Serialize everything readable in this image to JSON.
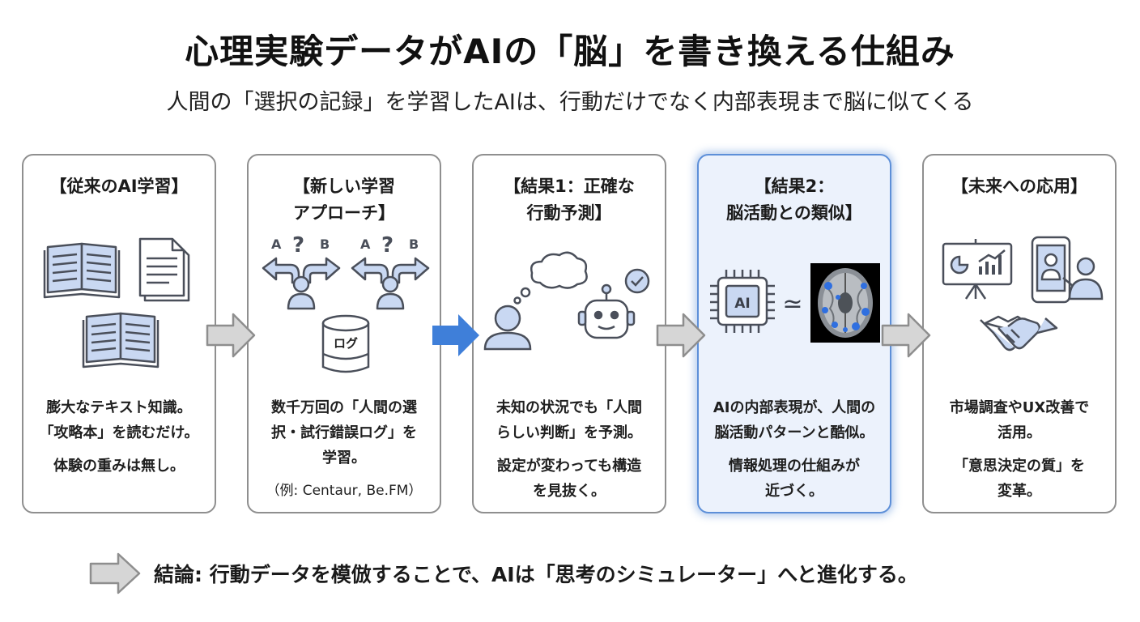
{
  "title": "心理実験データがAIの「脳」を書き換える仕組み",
  "subtitle": "人間の「選択の記録」を学習したAIは、行動だけでなく内部表現まで脳に似てくる",
  "cards": [
    {
      "title": "【従来のAI学習】",
      "icon": "books-documents-icon",
      "lines": [
        "膨大なテキスト知識。\n「攻略本」を読むだけ。",
        "体験の重みは無し。"
      ]
    },
    {
      "title": "【新しい学習\nアプローチ】",
      "icon": "choice-paths-database-icon",
      "labels": [
        "A",
        "?",
        "B",
        "A",
        "?",
        "B",
        "ログ"
      ],
      "lines": [
        "数千万回の「人間の選\n択・試行錯誤ログ」を\n学習。"
      ],
      "note": "（例: Centaur, Be.FM）"
    },
    {
      "title": "【結果1：正確な\n行動予測】",
      "icon": "thinking-person-robot-icon",
      "lines": [
        "未知の状況でも「人間\nらしい判断」を予測。",
        "設定が変わっても構造\nを見抜く。"
      ]
    },
    {
      "title": "【結果2：\n脳活動との類似】",
      "icon": "ai-chip-brain-scan-icon",
      "labels": [
        "AI",
        "≃"
      ],
      "lines": [
        "AIの内部表現が、人間の\n脳活動パターンと酷似。",
        "情報処理の仕組みが\n近づく。"
      ]
    },
    {
      "title": "【未来への応用】",
      "icon": "presentation-handshake-icon",
      "lines": [
        "市場調査やUX改善で\n活用。",
        "「意思決定の質」を\n変革。"
      ]
    }
  ],
  "conclusion": "結論: 行動データを模倣することで、AIは「思考のシミュレーター」へと進化する。",
  "colors": {
    "icon_fill": "#c9d8f2",
    "icon_stroke": "#4a4f5a",
    "accent_blue": "#3f7fd9",
    "gray_arrow": "#d6d6d6",
    "highlight_bg": "#ecf2fc"
  }
}
